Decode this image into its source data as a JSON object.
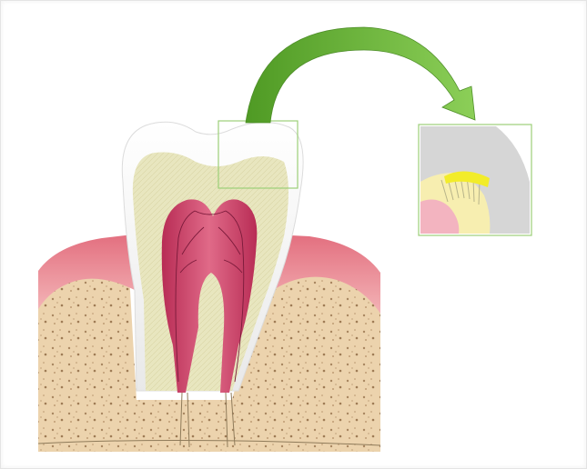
{
  "diagram": {
    "colors": {
      "enamel": "#f4f4f4",
      "dentin": "#e8e6bf",
      "pulp": "#c73a62",
      "gum": "#e36f7f",
      "bone": "#ecd3ad",
      "arrow": "#6fb93a",
      "highlight_box": "#9ccf78",
      "detail_enamel": "#d6d6d6",
      "detail_dentin": "#f7eeb0",
      "detail_pulp": "#f3b4c0",
      "detail_nerve": "#f2ec2a"
    },
    "components": [
      "tooth-crown-enamel",
      "dentin-layer",
      "pulp-chamber",
      "root-canals",
      "gum-tissue",
      "jaw-bone",
      "zoom-arrow",
      "enamel-region-highlight",
      "magnified-detail-inset"
    ]
  }
}
